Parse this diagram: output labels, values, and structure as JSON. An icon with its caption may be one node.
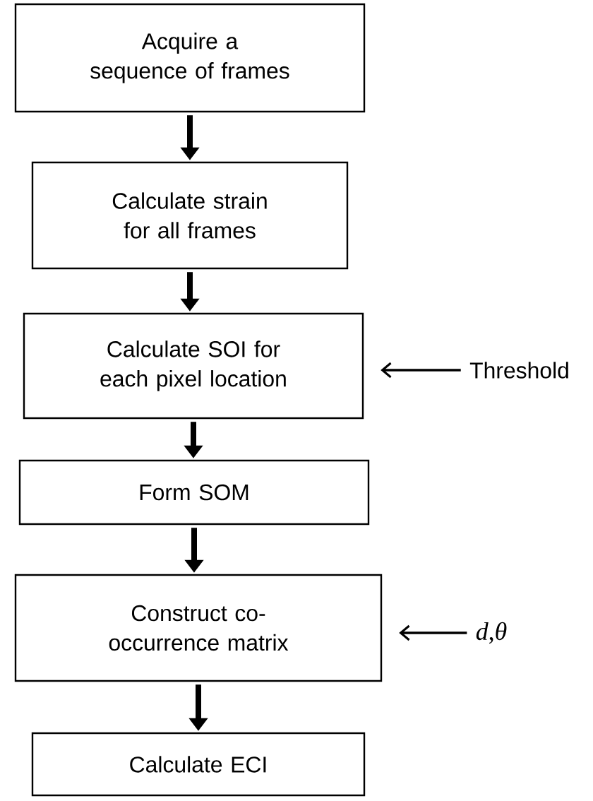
{
  "diagram": {
    "nodes": [
      {
        "text": [
          "Acquire a sequence of frames"
        ]
      },
      {
        "text": [
          "Calculate strain for all frames"
        ]
      },
      {
        "text": [
          "Calculate SOI for each pixel location"
        ]
      },
      {
        "text": [
          "Form SOM"
        ]
      },
      {
        "text": [
          "Construct co-occurrence matrix"
        ]
      },
      {
        "text": [
          "Calculate ECI"
        ]
      },
      {
        "text": [
          "Threshold"
        ]
      },
      {
        "text": [
          "*d*,*θ*"
        ]
      }
    ],
    "edges": [
      {
        "from": 0,
        "to": 1,
        "arrow": "to"
      },
      {
        "from": 1,
        "to": 2,
        "arrow": "to"
      },
      {
        "from": 2,
        "to": 3,
        "arrow": "to"
      },
      {
        "from": 3,
        "to": 4,
        "arrow": "to"
      },
      {
        "from": 4,
        "to": 5,
        "arrow": "to"
      },
      {
        "from": 6,
        "to": 2,
        "arrow": "to"
      },
      {
        "from": 7,
        "to": 4,
        "arrow": "to"
      }
    ]
  }
}
